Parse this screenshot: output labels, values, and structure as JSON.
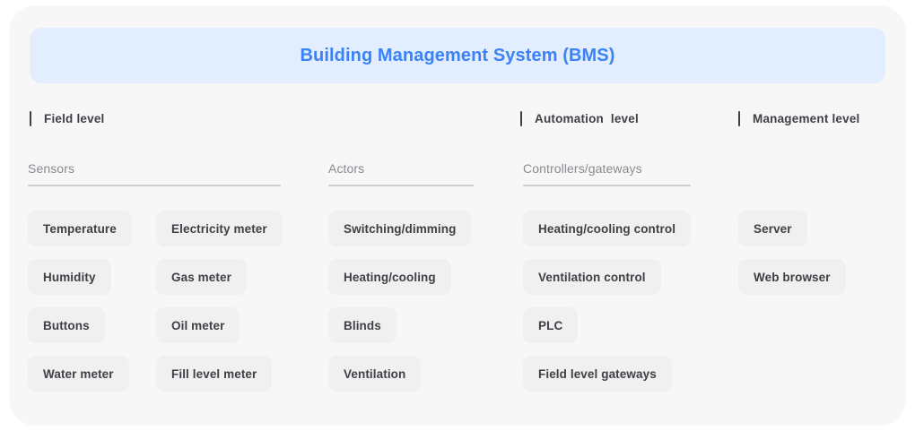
{
  "banner": {
    "title": "Building Management System (BMS)",
    "bg_color": "#e2edfd",
    "text_color": "#3b82f6"
  },
  "card": {
    "bg_color": "#f7f7f8"
  },
  "levels": [
    {
      "label": "Field level"
    },
    {
      "label": "Automation  level"
    },
    {
      "label": "Management level"
    }
  ],
  "sub_headers": [
    {
      "label": "Sensors"
    },
    {
      "label": "Actors"
    },
    {
      "label": "Controllers/gateways"
    }
  ],
  "columns": {
    "sensors_left": [
      "Temperature",
      "Humidity",
      "Buttons",
      "Water meter"
    ],
    "sensors_right": [
      "Electricity meter",
      "Gas meter",
      "Oil meter",
      "Fill level meter"
    ],
    "actors": [
      "Switching/dimming",
      "Heating/cooling",
      "Blinds",
      "Ventilation"
    ],
    "controllers": [
      "Heating/cooling control",
      "Ventilation control",
      "PLC",
      "Field level gateways"
    ],
    "management": [
      "Server",
      "Web browser"
    ]
  },
  "chip_style": {
    "bg_color": "#f0f0f1",
    "text_color": "#3f4045"
  }
}
